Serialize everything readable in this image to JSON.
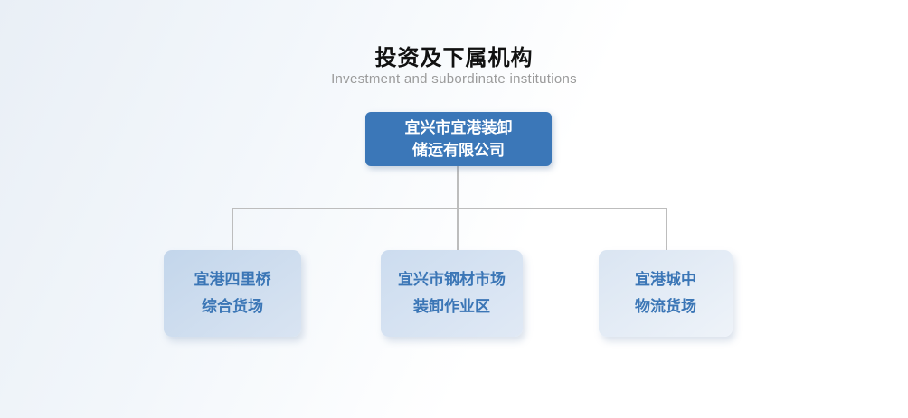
{
  "page": {
    "title": "投资及下属机构",
    "subtitle": "Investment and subordinate institutions"
  },
  "org_chart": {
    "root": {
      "line1": "宜兴市宜港装卸",
      "line2": "储运有限公司"
    },
    "children": [
      {
        "line1": "宜港四里桥",
        "line2": "综合货场"
      },
      {
        "line1": "宜兴市钢材市场",
        "line2": "装卸作业区"
      },
      {
        "line1": "宜港城中",
        "line2": "物流货场"
      }
    ]
  },
  "colors": {
    "root_box_bg": "#3b77b8",
    "root_box_text": "#ffffff",
    "child_box_text": "#3b76b6",
    "child_box_bg_left": "#c5d8ec",
    "child_box_bg_middle": "#ceddef",
    "child_box_bg_right": "#dce6f3",
    "connector_line": "#bdbdbd",
    "title_text": "#111111",
    "subtitle_text": "#9b9b9b"
  }
}
